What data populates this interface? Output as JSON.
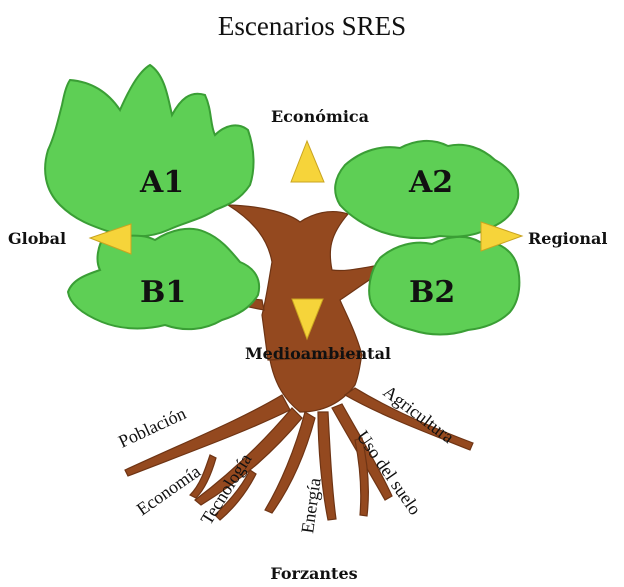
{
  "title": "Escenarios SRES",
  "axes": {
    "top": "Económica",
    "left": "Global",
    "right": "Regional",
    "bottom": "Medioambiental"
  },
  "scenarios": {
    "a1": "A1",
    "a2": "A2",
    "b1": "B1",
    "b2": "B2"
  },
  "drivers": [
    "Población",
    "Economía",
    "Tecnología",
    "Energía",
    "Uso del suelo",
    "Agricultura"
  ],
  "drivers_label": "Forzantes",
  "colors": {
    "foliage": "#5ecf55",
    "foliage_edge": "#3a9e35",
    "trunk": "#94491f",
    "arrow": "#f6d43a"
  }
}
